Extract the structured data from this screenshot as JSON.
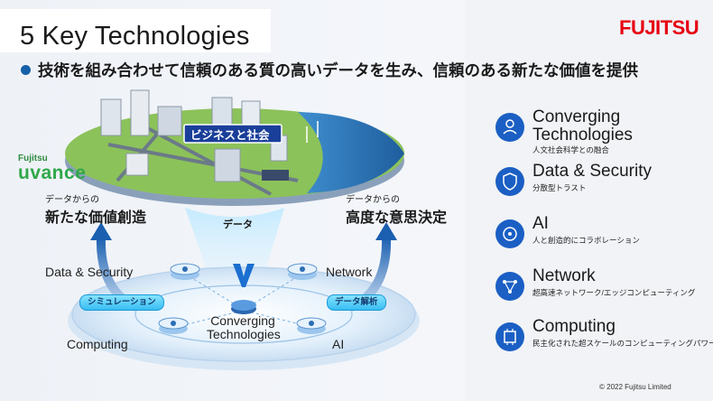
{
  "title": "5 Key Technologies",
  "brand": {
    "logo_text": "FUJITSU",
    "logo_color": "#e60012",
    "accent": "#1560a8"
  },
  "subtitle": "技術を組み合わせて信頼のある質の高いデータを生み、信頼のある新たな価値を提供",
  "uvance": {
    "small": "Fujitsu",
    "large": "uvance"
  },
  "illustration": {
    "business_label": "ビジネスと社会",
    "data_label": "データ",
    "left_small": "データからの",
    "left_big": "新たな価値創造",
    "right_small": "データからの",
    "right_big": "高度な意思決定",
    "nodes": {
      "data_security": "Data & Security",
      "network": "Network",
      "computing": "Computing",
      "ai": "AI",
      "converging_line1": "Converging",
      "converging_line2": "Technologies"
    },
    "pill_left": "シミュレーション",
    "pill_right": "データ解析"
  },
  "technologies": [
    {
      "name_line1": "Converging",
      "name_line2": "Technologies",
      "sub": "人文社会科学との融合",
      "icon": "converging-icon"
    },
    {
      "name_line1": "Data & Security",
      "name_line2": "",
      "sub": "分散型トラスト",
      "icon": "security-icon"
    },
    {
      "name_line1": "AI",
      "name_line2": "",
      "sub": "人と創造的にコラボレーション",
      "icon": "ai-icon"
    },
    {
      "name_line1": "Network",
      "name_line2": "",
      "sub": "超高速ネットワーク/エッジコンピューティング",
      "icon": "network-icon"
    },
    {
      "name_line1": "Computing",
      "name_line2": "",
      "sub": "民主化された超スケールのコンピューティングパワー",
      "icon": "computing-icon"
    }
  ],
  "copyright": "© 2022 Fujitsu Limited"
}
